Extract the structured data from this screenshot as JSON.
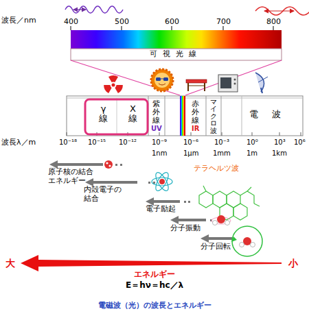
{
  "diagram": {
    "caption": "電磁波（光）の波長とエネルギー",
    "nodes": [
      {
        "text": [
          "γ線"
        ]
      },
      {
        "text": [
          "X線"
        ]
      },
      {
        "text": [
          "紫外線",
          "UV"
        ]
      },
      {
        "text": [
          "赤外線",
          "IR"
        ]
      },
      {
        "text": [
          "マイクロ波"
        ]
      },
      {
        "text": [
          "電波"
        ]
      }
    ],
    "labels": [
      "波長／nm",
      "400",
      "500",
      "600",
      "700",
      "800",
      "可視光線",
      "波長λ／m",
      "10⁻¹⁸",
      "10⁻¹⁵",
      "10⁻¹²",
      "10⁻⁹",
      "10⁻⁶",
      "10⁻³",
      "10⁰",
      "10³",
      "10⁶",
      "1nm",
      "1μm",
      "1mm",
      "1m",
      "1km",
      "原子核の結合エネルギー",
      "テラヘルツ波",
      "内殻電子の結合",
      "電子励起",
      "分子振動",
      "分子回転",
      "大",
      "エネルギー",
      "小",
      "E＝hν＝hc／λ"
    ]
  }
}
